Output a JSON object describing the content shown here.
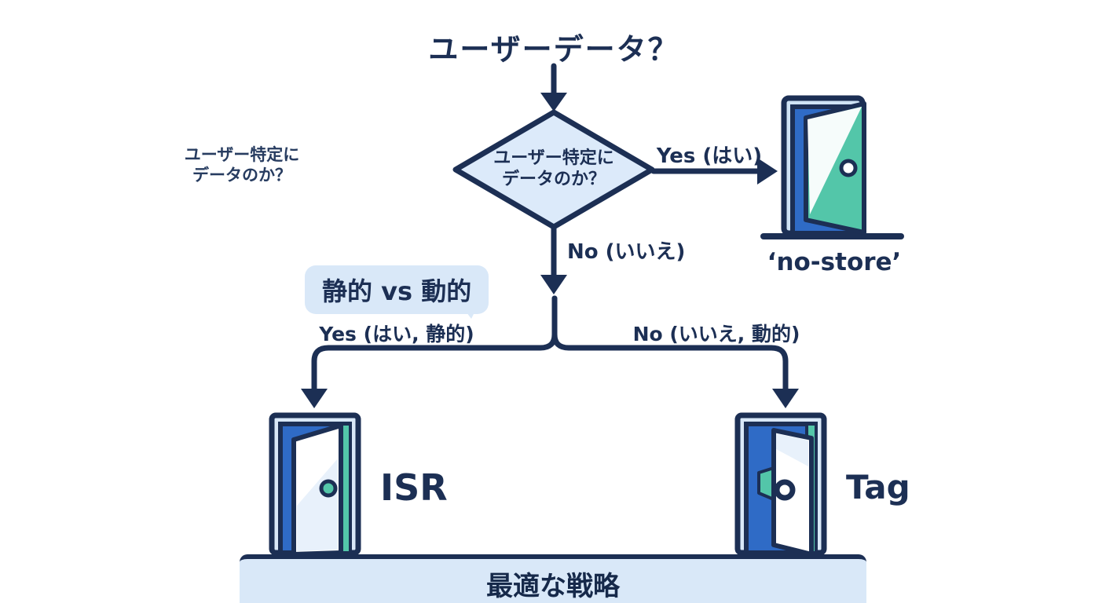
{
  "diagram": {
    "type": "flowchart",
    "title": "ユーザーデータ？",
    "side_note": {
      "line1": "ユーザー特定に",
      "line2": "データのか？"
    },
    "decision_node": {
      "shape": "diamond",
      "line1": "ユーザー特定に",
      "line2": "データのか？",
      "fill": "#dceafa",
      "border": "#1c2f54"
    },
    "edges": {
      "yes_top": "Yes (はい)",
      "no_top": "No (いいえ)",
      "yes_branch": "Yes (はい, 静的)",
      "no_branch": "No (いいえ, 動的)"
    },
    "bubble_label": "静的 vs 動的",
    "outcomes": {
      "no_store": "‘no-store’",
      "isr": "ISR",
      "tag": "Tag"
    },
    "footer": "最適な戦略",
    "icons": [
      {
        "name": "door-open-no-store-icon",
        "meaning": "open door exit for no-store"
      },
      {
        "name": "door-open-isr-icon",
        "meaning": "open door exit for ISR"
      },
      {
        "name": "door-ajar-tag-icon",
        "meaning": "door ajar exit for Tag"
      }
    ],
    "colors": {
      "navy": "#1c2f54",
      "door_blue": "#2f6bc6",
      "door_teal": "#53c6a9",
      "diamond_fill": "#dceafa",
      "panel_light_blue": "#d9e8f8",
      "white": "#ffffff"
    }
  }
}
